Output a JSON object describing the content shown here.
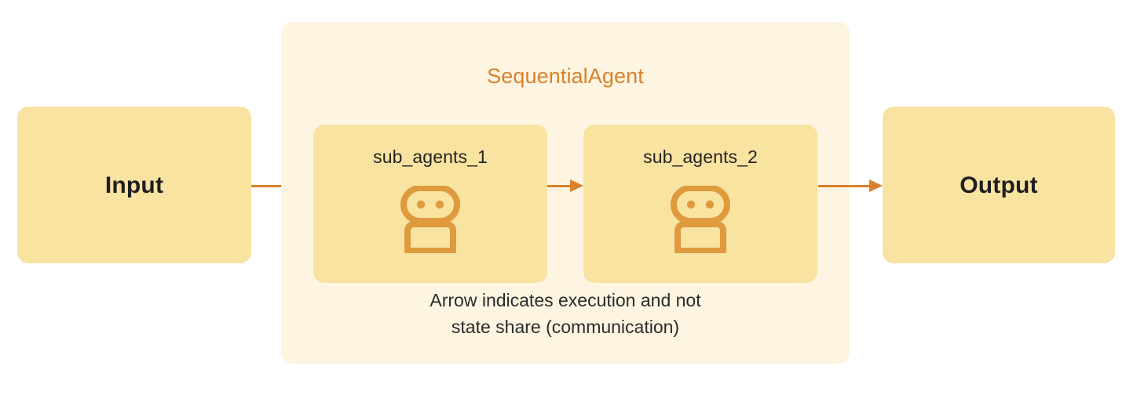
{
  "diagram": {
    "title": "SequentialAgent",
    "caption_line_1": "Arrow indicates execution and not",
    "caption_line_2": "state share (communication)",
    "input_label": "Input",
    "output_label": "Output",
    "sub_agents": [
      {
        "label": "sub_agents_1",
        "icon": "robot-icon"
      },
      {
        "label": "sub_agents_2",
        "icon": "robot-icon"
      }
    ],
    "arrows": [
      {
        "name": "arrow-input-to-sub1"
      },
      {
        "name": "arrow-sub1-to-sub2"
      },
      {
        "name": "arrow-sub2-to-output"
      }
    ],
    "colors": {
      "page_background": "#FFFFFF",
      "container_fill": "#FDF5E2",
      "node_fill": "#F8E3A1",
      "accent_orange": "#D9822B",
      "icon_orange": "#E09A3E",
      "text_dark": "#1F1F1F"
    }
  }
}
